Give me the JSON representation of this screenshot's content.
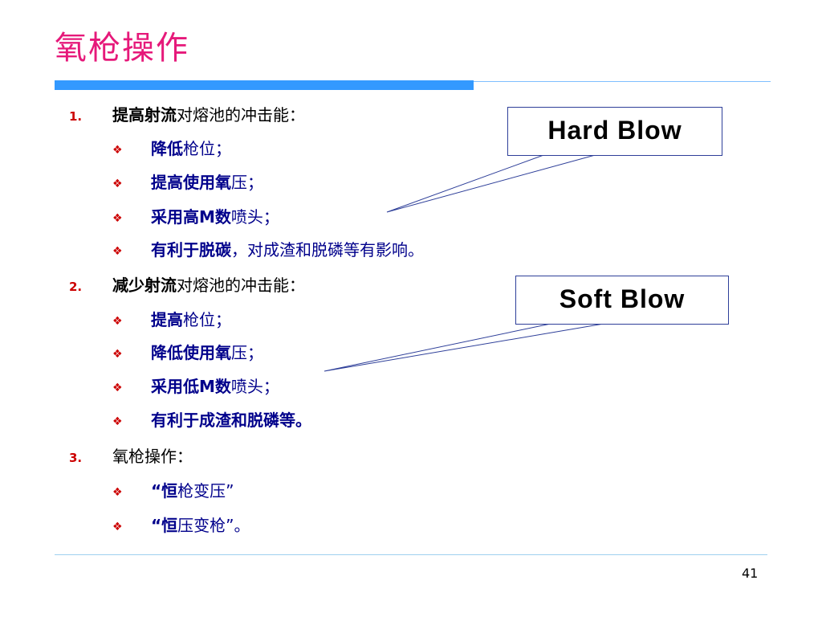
{
  "slide": {
    "title": "氧枪操作",
    "page_number": "41",
    "colors": {
      "title": "#e6197a",
      "accent_bar": "#3399ff",
      "number_and_bullet": "#cc0000",
      "sub_text": "#00008b"
    }
  },
  "sections": [
    {
      "number": "1.",
      "bold": "提高射流",
      "text": "对熔池的冲击能：",
      "items": [
        {
          "bold": "降低",
          "text": "枪位；"
        },
        {
          "bold": "提高使用氧",
          "text": "压；"
        },
        {
          "bold": "采用高M数",
          "text": "喷头；"
        },
        {
          "bold": "有利于脱碳",
          "text": "，对成渣和脱磷等有影响。"
        }
      ]
    },
    {
      "number": "2.",
      "bold": "减少射流",
      "text": "对熔池的冲击能：",
      "items": [
        {
          "bold": "提高",
          "text": "枪位；"
        },
        {
          "bold": "降低使用氧",
          "text": "压；"
        },
        {
          "bold": "采用低M数",
          "text": "喷头；"
        },
        {
          "bold": "有利于成渣和脱磷等。",
          "text": ""
        }
      ]
    },
    {
      "number": "3.",
      "bold": "",
      "text": "氧枪操作：",
      "items": [
        {
          "bold": "“恒",
          "text": "枪变压”"
        },
        {
          "bold": "“恒",
          "text": "压变枪”。"
        }
      ]
    }
  ],
  "callouts": {
    "hard": "Hard Blow",
    "soft": "Soft Blow"
  }
}
